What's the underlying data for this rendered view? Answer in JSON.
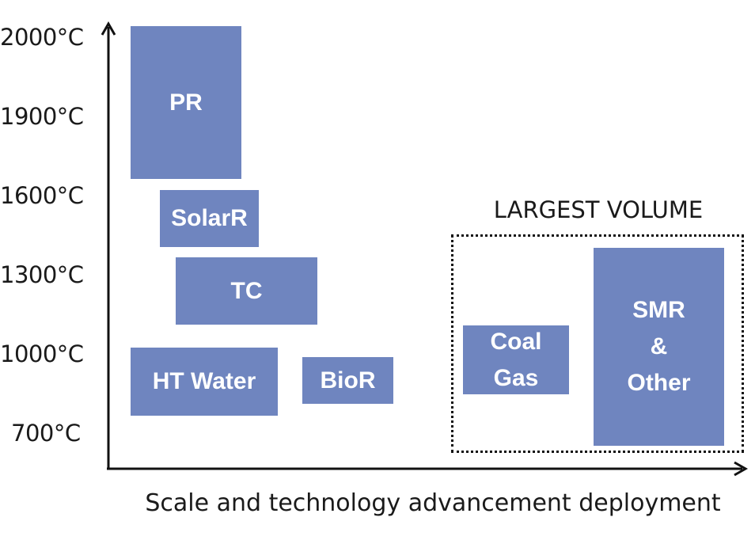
{
  "y_ticks": [
    "2000°C",
    "1900°C",
    "1600°C",
    "1300°C",
    "1000°C",
    "700°C"
  ],
  "blocks": {
    "pr": [
      "PR"
    ],
    "solarr": [
      "SolarR"
    ],
    "tc": [
      "TC"
    ],
    "ht_water": [
      "HT Water"
    ],
    "bior": [
      "BioR"
    ],
    "coal_gas": [
      "Coal",
      "Gas"
    ],
    "smr": [
      "SMR",
      "&",
      "Other"
    ]
  },
  "volume_label": "LARGEST VOLUME",
  "x_axis_label": "Scale and technology advancement deployment",
  "colors": {
    "block_fill": "#6f85bf",
    "block_text": "#ffffff",
    "axis": "#111111"
  }
}
